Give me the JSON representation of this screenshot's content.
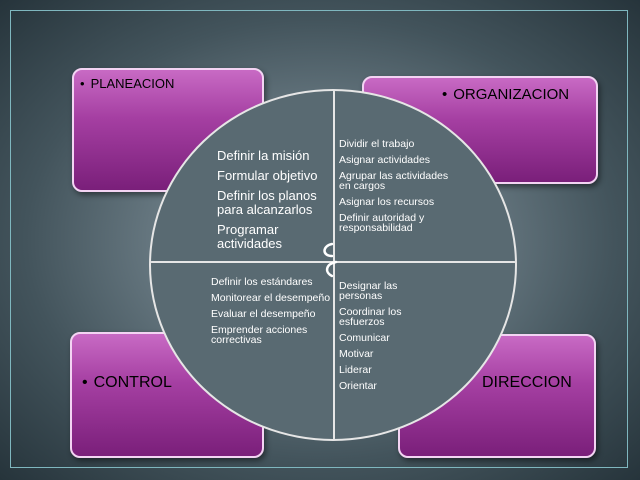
{
  "boxes": {
    "planeacion": "PLANEACION",
    "organizacion": "ORGANIZACION",
    "control": "CONTROL",
    "direccion": "DIRECCION"
  },
  "bullet": "•",
  "quadrants": {
    "planeacion": [
      "Definir la misión",
      "Formular objetivo",
      "Definir los planos para alcanzarlos",
      "Programar actividades"
    ],
    "organizacion": [
      "Dividir el trabajo",
      "Asignar actividades",
      "Agrupar las actividades en cargos",
      "Asignar los recursos",
      "Definir autoridad y responsabilidad"
    ],
    "control": [
      "Definir los estándares",
      "Monitorear el desempeño",
      "Evaluar el desempeño",
      "Emprender acciones correctivas"
    ],
    "direccion": [
      "Designar las personas",
      "Coordinar los esfuerzos",
      "Comunicar",
      "Motivar",
      "Liderar",
      "Orientar"
    ]
  },
  "colors": {
    "box_fill": "#a53fa2",
    "circle_fill": "#596a72",
    "background": "#4a5b63"
  }
}
